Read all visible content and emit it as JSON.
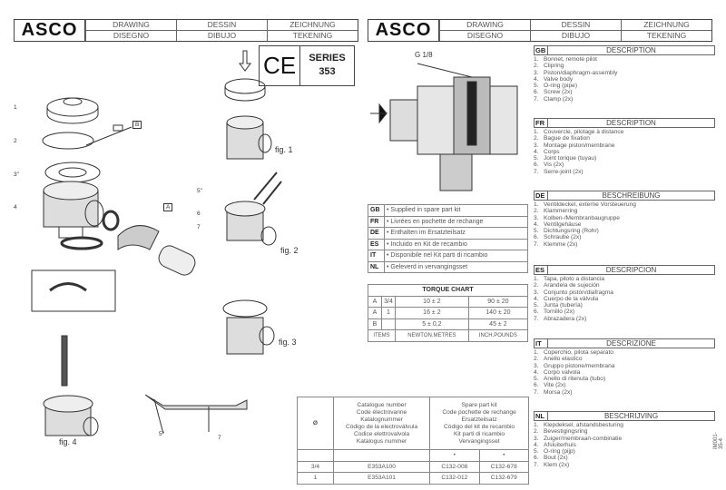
{
  "header": {
    "logo": "ASCO",
    "cells": [
      "DRAWING",
      "DESSIN",
      "ZEICHNUNG",
      "DISEGNO",
      "DIBUJO",
      "TEKENING"
    ]
  },
  "badge": {
    "ce": "CE",
    "series_label": "SERIES",
    "series_number": "353"
  },
  "left_labels": {
    "l1": "1",
    "l2": "2",
    "l3": "3\"",
    "l4": "4",
    "l5": "5\"",
    "l6": "6",
    "l7": "7",
    "box_a": "A",
    "box_b": "B",
    "fig4_5": "5\"",
    "fig4_7": "7"
  },
  "figures": {
    "fig1": "fig. 1",
    "fig2": "fig. 2",
    "fig3": "fig. 3",
    "fig4": "fig. 4"
  },
  "section": {
    "port": "G 1/8"
  },
  "spare_legend": [
    {
      "code": "GB",
      "text": "Supplied in spare part kit"
    },
    {
      "code": "FR",
      "text": "Livrées en pochette de rechange"
    },
    {
      "code": "DE",
      "text": "Enthalten im Ersatzteilsatz"
    },
    {
      "code": "ES",
      "text": "Incluido en Kit de recambio"
    },
    {
      "code": "IT",
      "text": "Disponibile nel Kit parti di ricambio"
    },
    {
      "code": "NL",
      "text": "Geleverd in vervangingsset"
    }
  ],
  "bullet": "•",
  "torque": {
    "title": "TORQUE CHART",
    "rows": [
      [
        "A",
        "3/4",
        "10 ± 2",
        "90 ± 20"
      ],
      [
        "A",
        "1",
        "16 ± 2",
        "140 ± 20"
      ],
      [
        "B",
        "",
        "5 ± 0,2",
        "45 ± 2"
      ]
    ],
    "footer": [
      "ITEMS",
      "NEWTON.METRES",
      "INCH.POUNDS"
    ]
  },
  "catalogue": {
    "size_symbol": "Ø",
    "cat_header": "Catalogue number\nCode électrovanne\nKatalognummer\nCódigo de la electroválvula\nCodice elettrovalvola\nKatalogus nummer",
    "kit_header": "Spare part kit\nCode pochette de rechange\nErsatzteilsatz\nCódigo del kit de recambio\nKit parti di ricambio\nVervangingsset",
    "marks": [
      "•",
      "•"
    ],
    "rows": [
      [
        "3/4",
        "E353A100",
        "C132-008",
        "C132-678"
      ],
      [
        "1",
        "E353A101",
        "C132-012",
        "C132-679"
      ]
    ]
  },
  "descriptions": [
    {
      "code": "GB",
      "title": "DESCRIPTION",
      "items": [
        "Bonnet, remote pilot",
        "Clipring",
        "Piston/diaphragm-assembly",
        "Valve body",
        "O-ring (pipe)",
        "Screw (2x)",
        "Clamp (2x)"
      ]
    },
    {
      "code": "FR",
      "title": "DESCRIPTION",
      "items": [
        "Couvercle, pilotage à distance",
        "Bague de fixation",
        "Montage piston/membrane",
        "Corps",
        "Joint torique (tuyau)",
        "Vis (2x)",
        "Serre-joint (2x)"
      ]
    },
    {
      "code": "DE",
      "title": "BESCHREIBUNG",
      "items": [
        "Ventildeckel, externe Vorsteuerung",
        "Klammerring",
        "Kolben-/Membranbaugruppe",
        "Ventilgehäuse",
        "Dichtungsring (Rohr)",
        "Schraube (2x)",
        "Klemme (2x)"
      ]
    },
    {
      "code": "ES",
      "title": "DESCRIPCION",
      "items": [
        "Tapa, piloto a distancia",
        "Arandela de sujeción",
        "Conjunto pistón/diafragma",
        "Cuerpo de la válvula",
        "Junta (tubería)",
        "Tornillo (2x)",
        "Abrazadera (2x)"
      ]
    },
    {
      "code": "IT",
      "title": "DESCRIZIONE",
      "items": [
        "Coperchio, pilota separato",
        "Anello elastico",
        "Gruppo pistone/membrana",
        "Corpo valvola",
        "Anello di ritenuta (tubo)",
        "Vite (2x)",
        "Morsa (2x)"
      ]
    },
    {
      "code": "NL",
      "title": "BESCHRIJVING",
      "items": [
        "Klepdeksel, afstandsbesturing",
        "Bevestigingsring",
        "Zuiger/membraan-combinatie",
        "Afsluiterhuis",
        "O-ring (pijp)",
        "Bout (2x)",
        "Klem (2x)"
      ]
    }
  ],
  "doc_code": "IM001-35-4"
}
